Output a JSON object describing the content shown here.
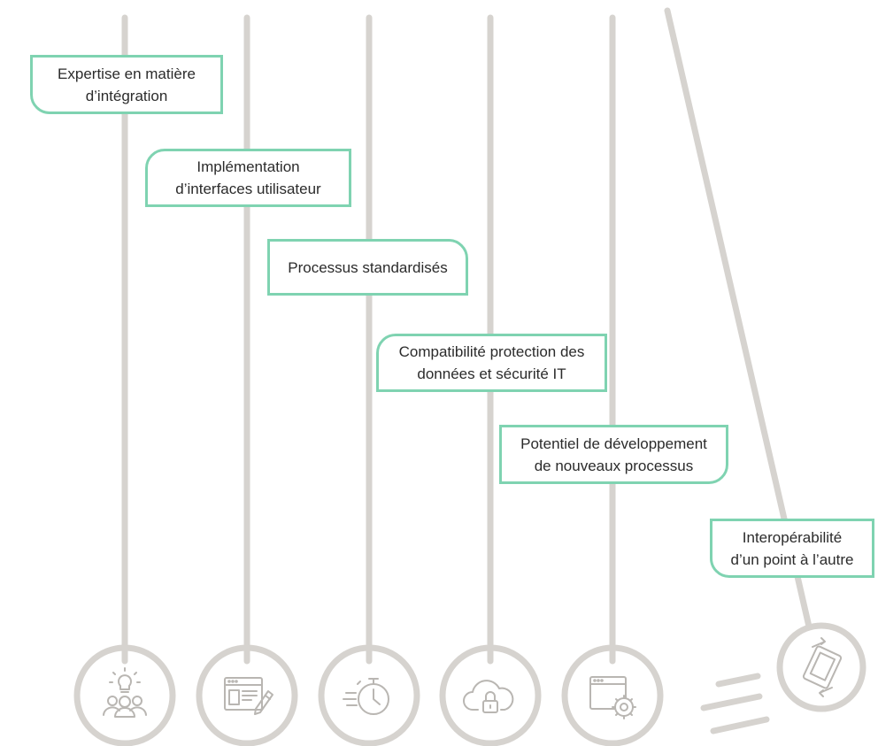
{
  "colors": {
    "line": "#d6d3cf",
    "accent": "#7fd3b1",
    "icon": "#b9b6b2",
    "text": "#2b2b2b"
  },
  "steps": [
    {
      "label_line1": "Expertise en matière",
      "label_line2": "d’intégration",
      "icon": "lightbulb-team-icon"
    },
    {
      "label_line1": "Implémentation",
      "label_line2": "d’interfaces utilisateur",
      "icon": "browser-edit-icon"
    },
    {
      "label_line1": "Processus standardisés",
      "label_line2": "",
      "icon": "stopwatch-speed-icon"
    },
    {
      "label_line1": "Compatibilité protection des",
      "label_line2": "données et sécurité IT",
      "icon": "cloud-lock-icon"
    },
    {
      "label_line1": "Potentiel de développement",
      "label_line2": "de nouveaux processus",
      "icon": "browser-gear-icon"
    },
    {
      "label_line1": "Interopérabilité",
      "label_line2": "d’un point à l’autre",
      "icon": "devices-transfer-icon"
    }
  ]
}
